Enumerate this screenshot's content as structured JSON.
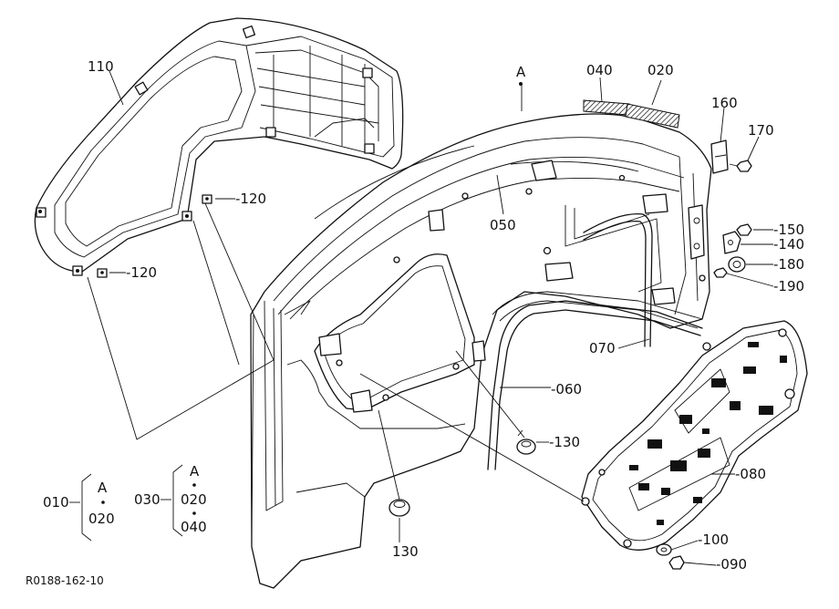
{
  "callouts": {
    "p110": "110",
    "p120a": "-120",
    "p120b": "-120",
    "pA_top": "A",
    "p040": "040",
    "p020": "020",
    "p160": "160",
    "p170": "170",
    "p050": "050",
    "p150": "-150",
    "p140": "-140",
    "p180": "-180",
    "p190": "-190",
    "p070": "070",
    "p060": "-060",
    "p130a": "-130",
    "p130b": "130",
    "p080": "-080",
    "p100": "-100",
    "p090": "-090"
  },
  "assemblies": {
    "a010": {
      "label": "010",
      "top": "A",
      "bottom": "020"
    },
    "a030": {
      "label": "030",
      "top": "A",
      "middle": "020",
      "bottom": "040"
    }
  },
  "reference": "R0188-162-10"
}
